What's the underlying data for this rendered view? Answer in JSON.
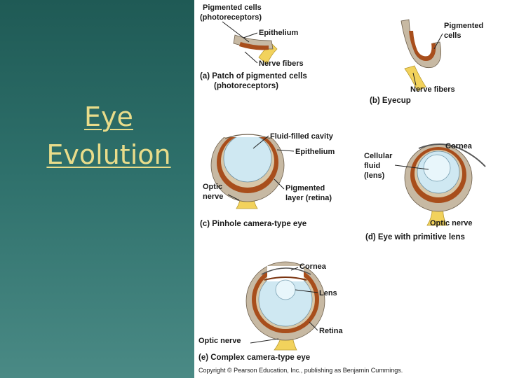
{
  "slide": {
    "title_line1": "Eye",
    "title_line2": "Evolution",
    "title_color": "#e9dc8a"
  },
  "colors": {
    "epithelium": "#c7b9a3",
    "pigment": "#a84e1c",
    "pigment_dark": "#7a3410",
    "nerve": "#f2d25c",
    "fluid": "#cfe8f2",
    "lens": "#e8f6fb"
  },
  "panels": {
    "a": {
      "label_pigmented": "Pigmented cells",
      "label_pigmented2": "(photoreceptors)",
      "label_epithelium": "Epithelium",
      "label_nerve": "Nerve fibers",
      "caption1": "(a) Patch of pigmented cells",
      "caption2": "(photoreceptors)"
    },
    "b": {
      "label_pigmented": "Pigmented",
      "label_pigmented2": "cells",
      "label_nerve": "Nerve fibers",
      "caption": "(b) Eyecup"
    },
    "c": {
      "label_fluid": "Fluid-filled cavity",
      "label_epithelium": "Epithelium",
      "label_optic1": "Optic",
      "label_optic2": "nerve",
      "label_pigmented1": "Pigmented",
      "label_pigmented2": "layer (retina)",
      "caption": "(c) Pinhole camera-type eye"
    },
    "d": {
      "label_cornea": "Cornea",
      "label_cellular1": "Cellular",
      "label_cellular2": "fluid",
      "label_cellular3": "(lens)",
      "label_optic": "Optic nerve",
      "caption": "(d) Eye with primitive lens"
    },
    "e": {
      "label_cornea": "Cornea",
      "label_lens": "Lens",
      "label_retina": "Retina",
      "label_optic": "Optic nerve",
      "caption": "(e) Complex camera-type eye"
    }
  },
  "copyright": "Copyright © Pearson Education, Inc., publishing as Benjamin Cummings."
}
